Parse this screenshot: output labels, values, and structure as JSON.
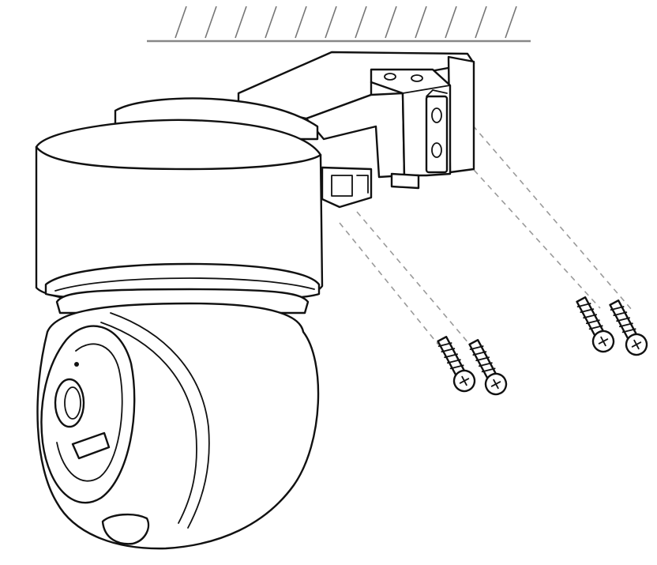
{
  "figure": {
    "ceiling": "ceiling-surface",
    "bracket": "wall-mount-bracket",
    "camera": "pan-tilt-dome-camera",
    "screws": {
      "count": 4,
      "icon": "screw-icon"
    },
    "guide_lines": "dashed-alignment-lines"
  },
  "colors": {
    "line": "#111111",
    "guide": "#9a9a9a",
    "ceiling": "#888888",
    "background": "#ffffff"
  }
}
